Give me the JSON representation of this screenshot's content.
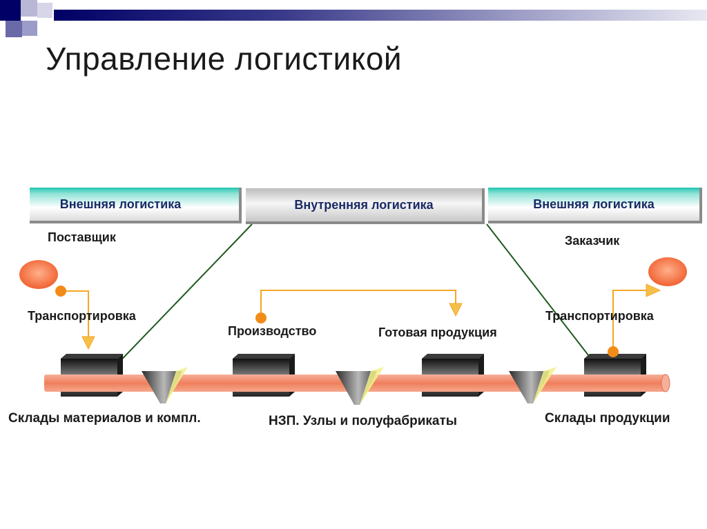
{
  "title": "Управление логистикой",
  "headers": {
    "left": "Внешняя логистика",
    "center": "Внутренняя логистика",
    "right": "Внешняя логистика"
  },
  "labels": {
    "supplier": "Поставщик",
    "customer": "Заказчик",
    "transport_left": "Транспортировка",
    "transport_right": "Транспортировка",
    "production": "Производство",
    "finished_goods": "Готовая продукция"
  },
  "bottom_labels": {
    "materials": "Склады материалов и компл.",
    "wip": "НЗП. Узлы и полуфабрикаты",
    "products": "Склады продукции"
  },
  "colors": {
    "arrow": "#f5a623",
    "dot": "#f28c18",
    "node": "#f26b3a",
    "pipe": "#f08a66",
    "header_teal": "#20c4b0",
    "header_text": "#1a2a66"
  }
}
